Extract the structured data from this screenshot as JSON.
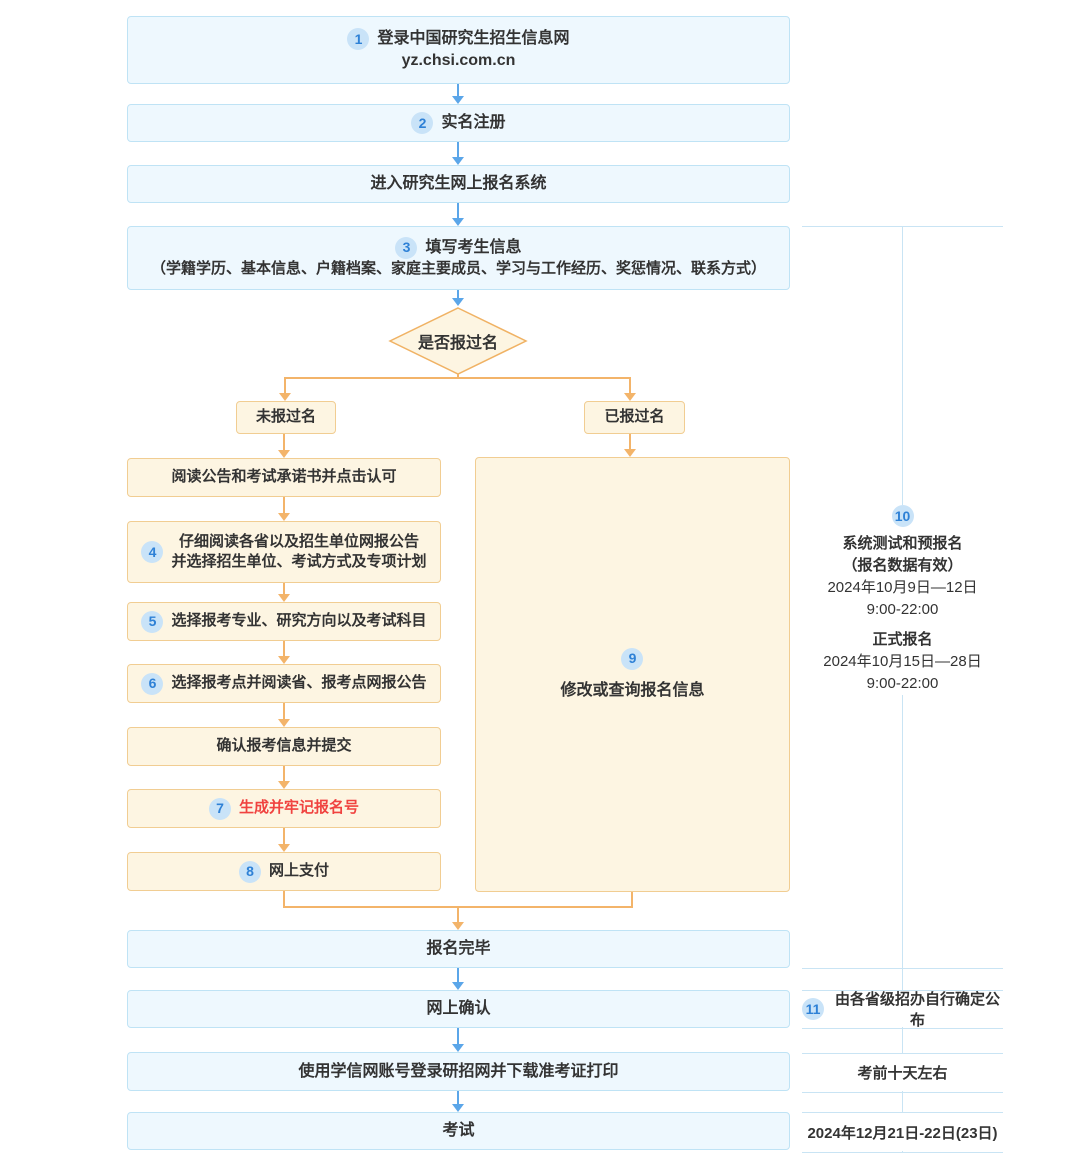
{
  "flow": {
    "login": {
      "num": "1",
      "line1": "登录中国研究生招生信息网",
      "line2": "yz.chsi.com.cn"
    },
    "register": {
      "num": "2",
      "label": "实名注册"
    },
    "enter_system": {
      "label": "进入研究生网上报名系统"
    },
    "fill_info": {
      "num": "3",
      "title": "填写考生信息",
      "detail": "（学籍学历、基本信息、户籍档案、家庭主要成员、学习与工作经历、奖惩情况、联系方式）"
    },
    "decision": {
      "label": "是否报过名"
    },
    "branch_no": {
      "label": "未报过名"
    },
    "branch_yes": {
      "label": "已报过名"
    },
    "read_notice": {
      "label": "阅读公告和考试承诺书并点击认可"
    },
    "read_province": {
      "num": "4",
      "line1": "仔细阅读各省以及招生单位网报公告",
      "line2": "并选择招生单位、考试方式及专项计划"
    },
    "choose_major": {
      "num": "5",
      "label": "选择报考专业、研究方向以及考试科目"
    },
    "choose_site": {
      "num": "6",
      "label": "选择报考点并阅读省、报考点网报公告"
    },
    "confirm_submit": {
      "label": "确认报考信息并提交"
    },
    "generate_id": {
      "num": "7",
      "label": "生成并牢记报名号"
    },
    "pay_online": {
      "num": "8",
      "label": "网上支付"
    },
    "modify_query": {
      "num": "9",
      "label": "修改或查询报名信息"
    },
    "finish": {
      "label": "报名完毕"
    },
    "online_confirm": {
      "label": "网上确认"
    },
    "download_ticket": {
      "label": "使用学信网账号登录研招网并下载准考证打印"
    },
    "exam": {
      "label": "考试"
    }
  },
  "annotations": {
    "period": {
      "num": "10",
      "title1": "系统测试和预报名",
      "sub1": "（报名数据有效）",
      "date1": "2024年10月9日—12日",
      "time1": "9:00-22:00",
      "title2": "正式报名",
      "date2": "2024年10月15日—28日",
      "time2": "9:00-22:00"
    },
    "confirm_note": {
      "num": "11",
      "label": "由各省级招办自行确定公布"
    },
    "ticket_note": {
      "label": "考前十天左右"
    },
    "exam_note": {
      "label": "2024年12月21日-22日(23日)"
    }
  },
  "colors": {
    "box_blue_fill": "#eef8fe",
    "box_blue_border": "#bfe3f5",
    "box_cream_fill": "#fdf5e2",
    "box_cream_border": "#f1cd92",
    "arrow_blue": "#5ba6e9",
    "arrow_orange": "#f3b46a",
    "badge_fill": "#c9e3f8",
    "badge_text": "#2e81d6",
    "warning_red": "#f04340",
    "annotation_line": "#c9e4f4",
    "text": "#333333"
  }
}
